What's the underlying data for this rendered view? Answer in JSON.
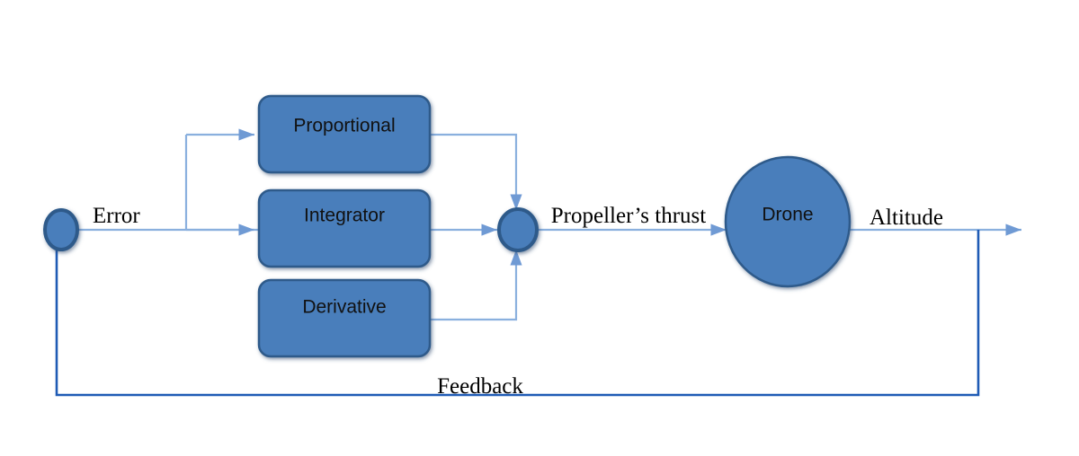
{
  "diagram": {
    "title": "Drone altitude PID control block diagram",
    "colors": {
      "block_fill": "#4a7ebb",
      "block_stroke": "#2f5a8a",
      "node_fill": "#4a7ebb",
      "node_stroke": "#2f5a8a",
      "signal_line": "#8ab0de",
      "feedback_line": "#1f5bb5",
      "text": "#111111"
    },
    "blocks": [
      {
        "id": "proportional",
        "label": "Proportional"
      },
      {
        "id": "integrator",
        "label": "Integrator"
      },
      {
        "id": "derivative",
        "label": "Derivative"
      }
    ],
    "nodes": [
      {
        "id": "summing-junction-left",
        "label": ""
      },
      {
        "id": "summing-junction-right",
        "label": ""
      },
      {
        "id": "plant",
        "label": "Drone"
      }
    ],
    "signals": [
      {
        "id": "error",
        "label": "Error"
      },
      {
        "id": "propellers-thrust",
        "label": "Propeller’s thrust"
      },
      {
        "id": "altitude",
        "label": "Altitude"
      },
      {
        "id": "feedback",
        "label": "Feedback"
      }
    ]
  }
}
